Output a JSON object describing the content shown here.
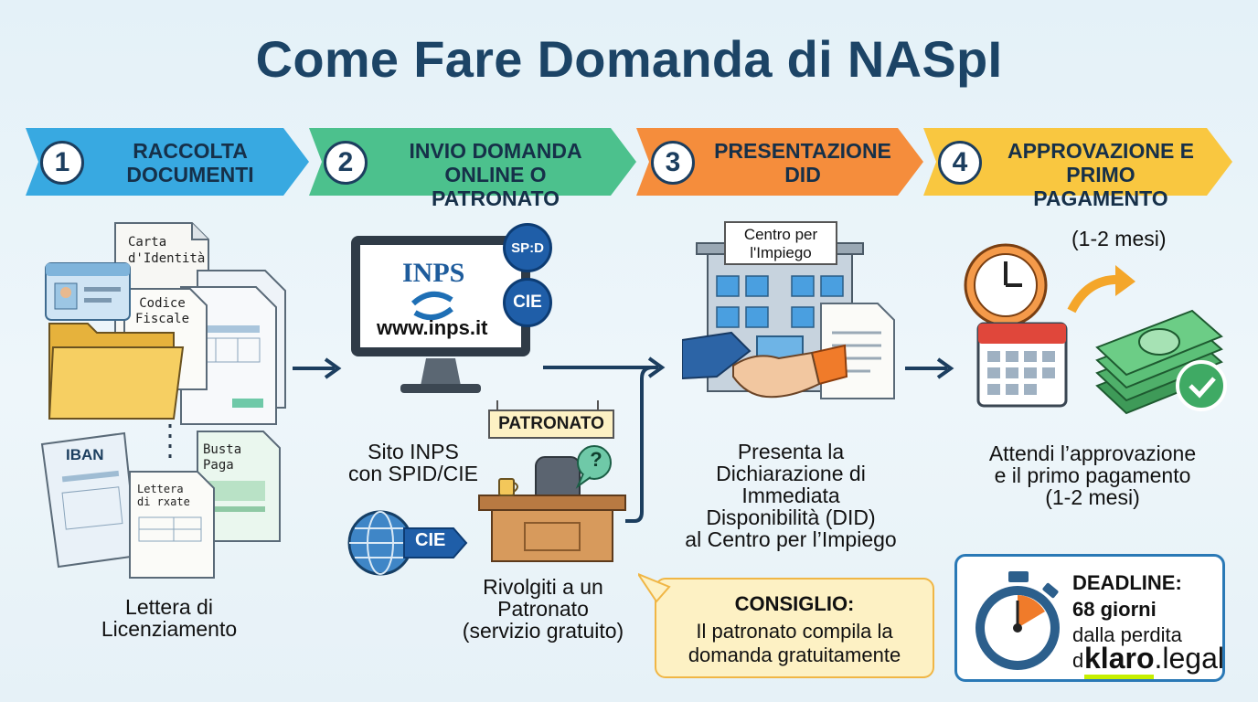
{
  "title": "Come Fare Domanda di NASpI",
  "steps": [
    {
      "number": "1",
      "line1": "RACCOLTA",
      "line2": "DOCUMENTI",
      "color": "#38a9e1"
    },
    {
      "number": "2",
      "line1": "INVIO DOMANDA",
      "line2": "ONLINE O PATRONATO",
      "color": "#4cc18d"
    },
    {
      "number": "3",
      "line1": "PRESENTAZIONE",
      "line2": "DID",
      "color": "#f58d3c"
    },
    {
      "number": "4",
      "line1": "APPROVAZIONE E",
      "line2": "PRIMO PAGAMENTO",
      "color": "#f9c740"
    }
  ],
  "step1": {
    "doc_id_card": [
      "Carta",
      "d'Identità"
    ],
    "doc_codice": [
      "Codice",
      "Fiscale"
    ],
    "doc_iban": "IBAN",
    "doc_lettera": [
      "Lettera",
      "di rxate"
    ],
    "doc_busta": [
      "Busta",
      "Paga"
    ],
    "caption": [
      "Lettera di",
      "Licenziamento"
    ]
  },
  "step2": {
    "monitor_logo": "INPS",
    "monitor_url": "www.inps.it",
    "badge_spid": "SP:D",
    "badge_cie": "CIE",
    "globe_tag": "CIE",
    "caption_online": [
      "Sito INPS",
      "con SPID/CIE"
    ],
    "patronato_sign": "PATRONATO",
    "question_mark": "?",
    "caption_patronato": [
      "Rivolgiti a un",
      "Patronato",
      "(servizio gratuito)"
    ]
  },
  "step3": {
    "building_sign": [
      "Centro per",
      "l'Impiego"
    ],
    "caption": [
      "Presenta la",
      "Dichiarazione di",
      "Immediata",
      "Disponibilità (DID)",
      "al Centro per l’Impiego"
    ]
  },
  "step4": {
    "time_top": "(1-2 mesi)",
    "caption": [
      "Attendi l’approvazione",
      "e il primo pagamento",
      "(1-2 mesi)"
    ]
  },
  "tip": {
    "heading": "CONSIGLIO:",
    "lines": [
      "Il patronato compila la",
      "domanda gratuitamente"
    ]
  },
  "deadline": {
    "heading": "DEADLINE:",
    "lines": [
      "68 giorni",
      "dalla perdita",
      "d"
    ]
  },
  "brand": {
    "bold": "klaro",
    "rest": ".legal",
    "accent": "#c6ef00"
  }
}
